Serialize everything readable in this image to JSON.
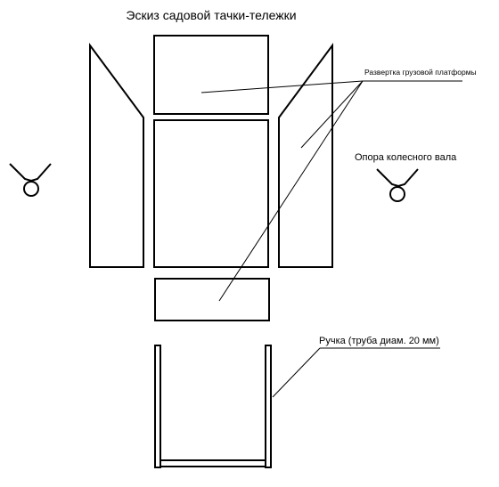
{
  "diagram": {
    "title": "Эскиз садовой тачки-тележки",
    "labels": {
      "platform": "Развертка грузовой платформы",
      "wheel_support": "Опора колесного вала",
      "handle": "Ручка (труба диам. 20 мм)"
    }
  }
}
